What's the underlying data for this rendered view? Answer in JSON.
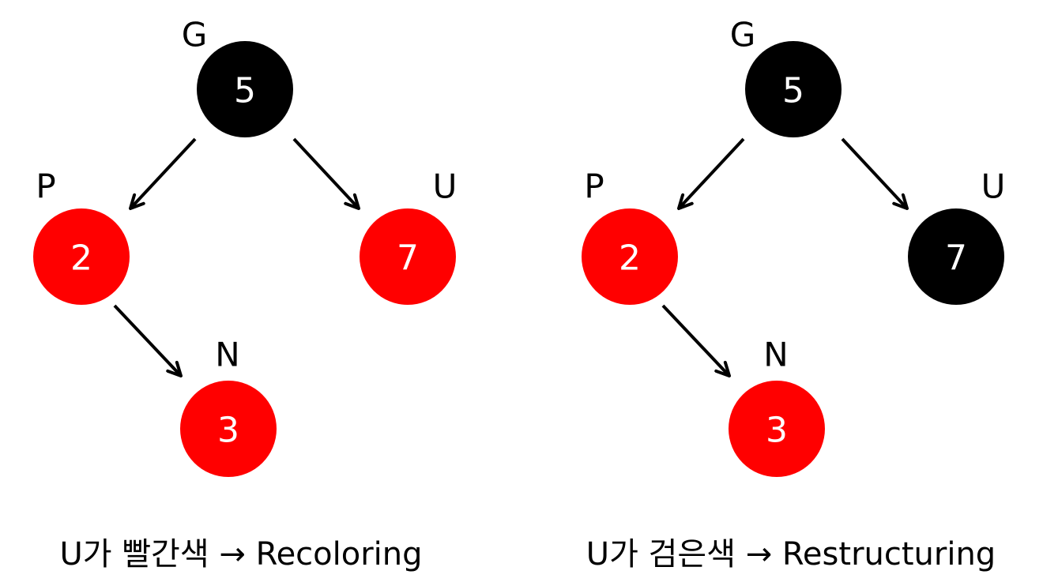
{
  "colors": {
    "red": "#ff0000",
    "black": "#000000",
    "text_on_node": "#ffffff"
  },
  "panels": [
    {
      "nodes": {
        "G": {
          "label": "G",
          "value": "5",
          "color": "black"
        },
        "P": {
          "label": "P",
          "value": "2",
          "color": "red"
        },
        "U": {
          "label": "U",
          "value": "7",
          "color": "red"
        },
        "N": {
          "label": "N",
          "value": "3",
          "color": "red"
        }
      },
      "edges": [
        [
          "G",
          "P"
        ],
        [
          "G",
          "U"
        ],
        [
          "P",
          "N"
        ]
      ],
      "caption": "U가 빨간색 → Recoloring"
    },
    {
      "nodes": {
        "G": {
          "label": "G",
          "value": "5",
          "color": "black"
        },
        "P": {
          "label": "P",
          "value": "2",
          "color": "red"
        },
        "U": {
          "label": "U",
          "value": "7",
          "color": "black"
        },
        "N": {
          "label": "N",
          "value": "3",
          "color": "red"
        }
      },
      "edges": [
        [
          "G",
          "P"
        ],
        [
          "G",
          "U"
        ],
        [
          "P",
          "N"
        ]
      ],
      "caption": "U가 검은색 → Restructuring"
    }
  ]
}
